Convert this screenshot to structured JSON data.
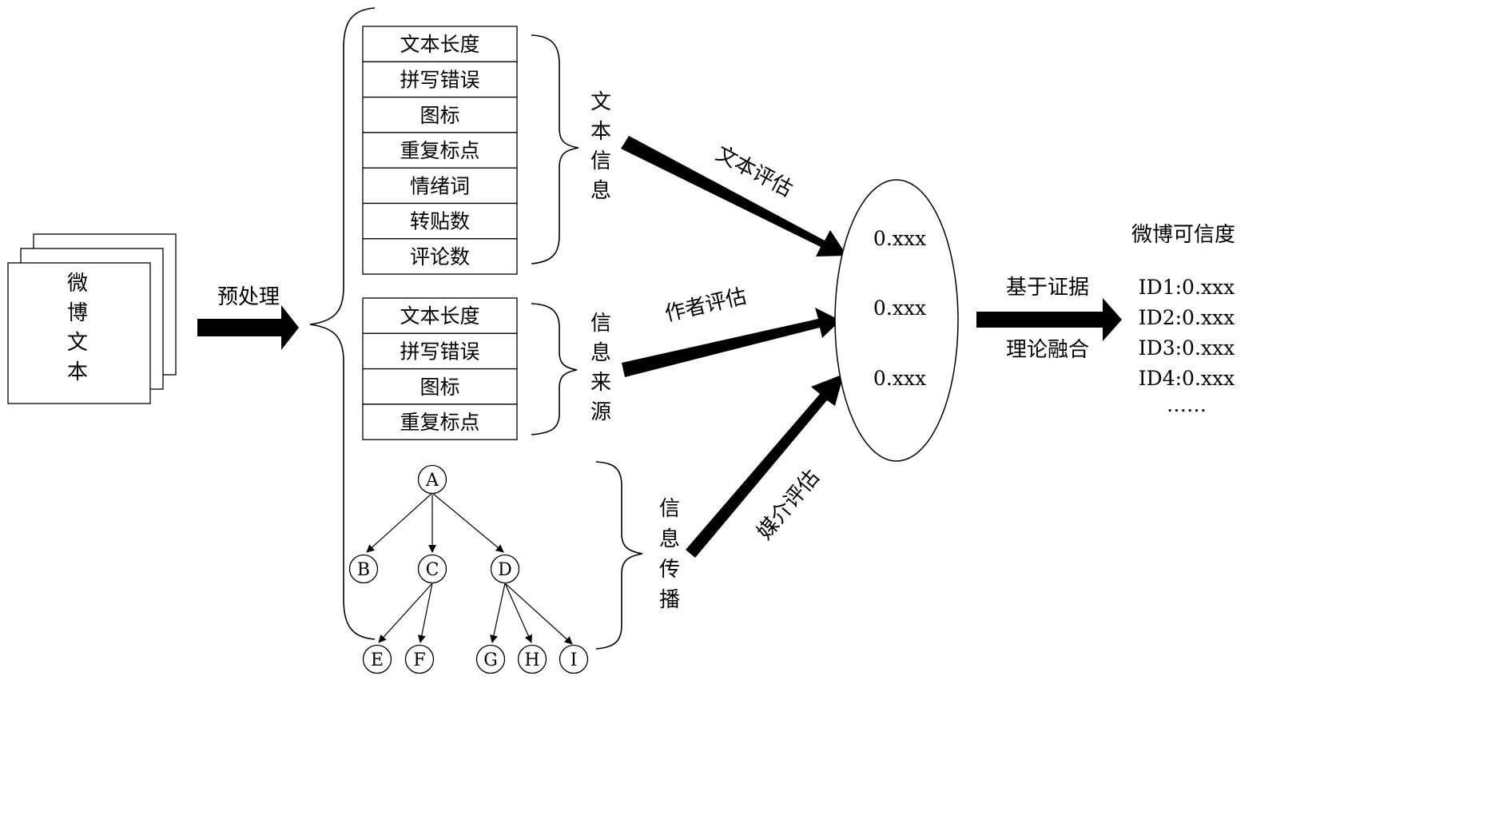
{
  "documents": {
    "label_chars": [
      "微",
      "博",
      "文",
      "本"
    ]
  },
  "preprocess": {
    "label": "预处理"
  },
  "text_features": {
    "items": [
      "文本长度",
      "拼写错误",
      "图标",
      "重复标点",
      "情绪词",
      "转贴数",
      "评论数"
    ],
    "group_chars": [
      "文",
      "本",
      "信",
      "息"
    ],
    "arrow_label": "文本评估"
  },
  "source_features": {
    "items": [
      "文本长度",
      "拼写错误",
      "图标",
      "重复标点"
    ],
    "group_chars": [
      "信",
      "息",
      "来",
      "源"
    ],
    "arrow_label": "作者评估"
  },
  "propagation": {
    "group_chars": [
      "信",
      "息",
      "传",
      "播"
    ],
    "arrow_label": "媒介评估",
    "nodes": [
      "A",
      "B",
      "C",
      "D",
      "E",
      "F",
      "G",
      "H",
      "I"
    ]
  },
  "scores": [
    "0.xxx",
    "0.xxx",
    "0.xxx"
  ],
  "fusion": {
    "line1": "基于证据",
    "line2": "理论融合"
  },
  "result": {
    "title": "微博可信度",
    "items": [
      "ID1:0.xxx",
      "ID2:0.xxx",
      "ID3:0.xxx",
      "ID4:0.xxx",
      "……"
    ]
  }
}
